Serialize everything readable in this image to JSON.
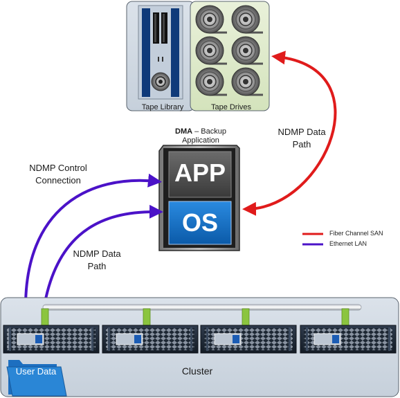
{
  "tape_library": {
    "label": "Tape Library"
  },
  "tape_drives": {
    "label": "Tape Drives"
  },
  "dma": {
    "title_bold": "DMA",
    "title_rest": " – Backup Application"
  },
  "server": {
    "app_label": "APP",
    "os_label": "OS"
  },
  "control_connection": {
    "label": "NDMP Control Connection"
  },
  "data_path_lan": {
    "label": "NDMP Data Path"
  },
  "data_path_san": {
    "label": "NDMP Data Path"
  },
  "legend": {
    "items": [
      {
        "label": "Fiber Channel SAN",
        "color": "#e01b1b"
      },
      {
        "label": "Ethernet LAN",
        "color": "#4b12c8"
      }
    ]
  },
  "cluster": {
    "label": "Cluster"
  },
  "folder": {
    "label": "User Data"
  },
  "colors": {
    "san": "#e01b1b",
    "lan": "#4b12c8",
    "app_box": "#4a4a4a",
    "os_box": "#1170c8",
    "folder": "#2a86d6",
    "green_bar": "#8bc53f"
  }
}
